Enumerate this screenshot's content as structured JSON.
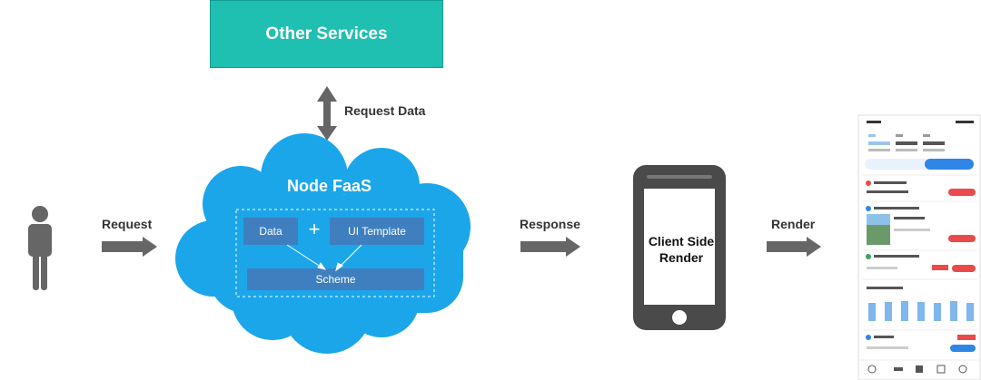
{
  "diagram": {
    "other_services": "Other Services",
    "request_data": "Request Data",
    "request": "Request",
    "node_faas": "Node FaaS",
    "data": "Data",
    "plus": "+",
    "ui_template": "UI Template",
    "scheme": "Scheme",
    "response": "Response",
    "client_side_line1": "Client Side",
    "client_side_line2": "Render",
    "render": "Render"
  },
  "colors": {
    "teal": "#1fbfb1",
    "cloud": "#1ba6ea",
    "inner_box": "#3f7fbf",
    "arrow": "#666666",
    "phone": "#4a4a4a"
  }
}
